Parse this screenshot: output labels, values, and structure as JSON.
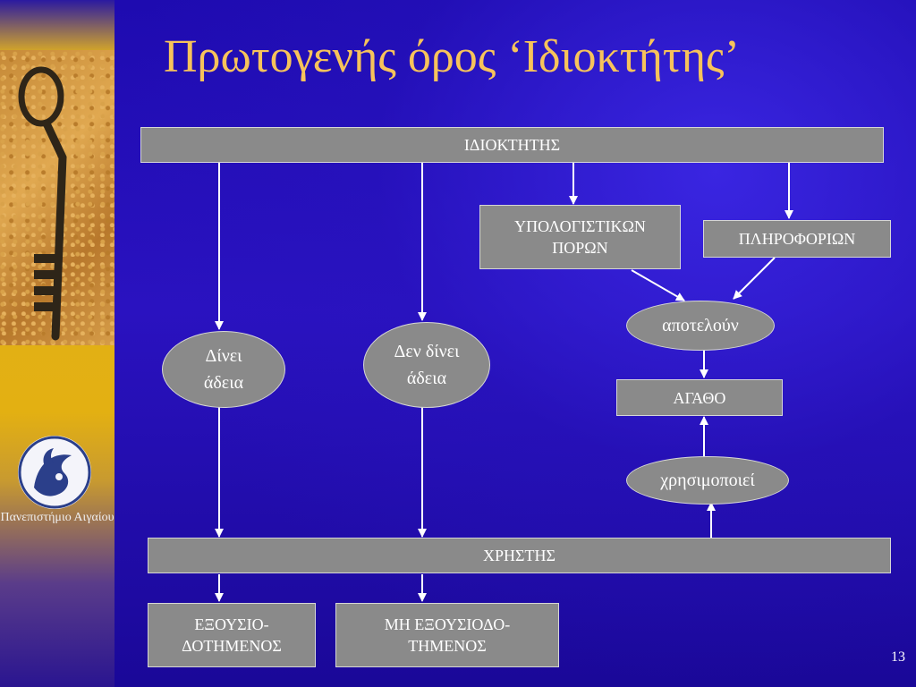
{
  "slide": {
    "title": "Πρωτογενής όρος ‘Ιδιοκτήτης’",
    "page_number": "13"
  },
  "sidebar": {
    "university_name": "Πανεπιστήμιο Αιγαίου"
  },
  "diagram": {
    "owner": "ΙΔΙΟΚΤΗΤΗΣ",
    "computing_resources": [
      "ΥΠΟΛΟΓΙΣΤΙΚΩΝ",
      "ΠΟΡΩΝ"
    ],
    "information": "ΠΛΗΡΟΦΟΡΙΩΝ",
    "constitute": "αποτελούν",
    "grants_permission": [
      "Δίνει",
      "άδεια"
    ],
    "denies_permission": [
      "Δεν δίνει",
      "άδεια"
    ],
    "good": "ΑΓΑΘΟ",
    "uses": "χρησιμοποιεί",
    "user": "ΧΡΗΣΤΗΣ",
    "authorized": [
      "ΕΞΟΥΣΙΟ-",
      "ΔΟΤΗΜΕΝΟΣ"
    ],
    "unauthorized": [
      "ΜΗ ΕΞΟΥΣΙΟΔΟ-",
      "ΤΗΜΕΝΟΣ"
    ]
  },
  "colors": {
    "title": "#f7c35b",
    "box_fill": "#8a8a8a",
    "arrow": "#ffffff",
    "background": "#1f0aa8"
  }
}
